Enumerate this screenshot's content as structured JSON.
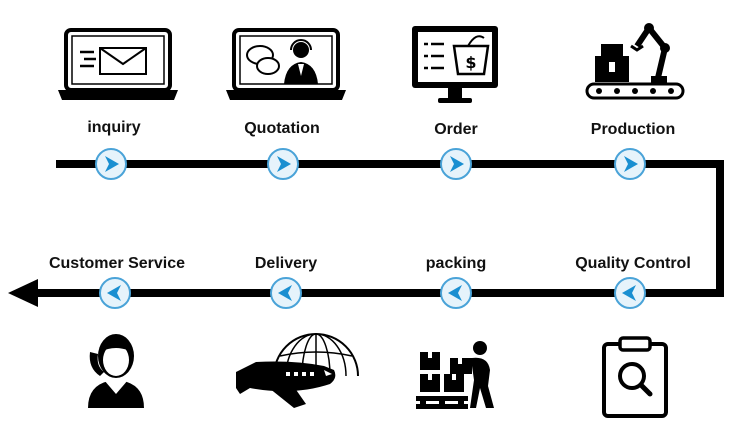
{
  "steps_top": [
    {
      "label": "inquiry",
      "icon": "laptop-mail-icon"
    },
    {
      "label": "Quotation",
      "icon": "laptop-support-icon"
    },
    {
      "label": "Order",
      "icon": "monitor-cart-icon"
    },
    {
      "label": "Production",
      "icon": "robot-factory-icon"
    }
  ],
  "steps_bottom": [
    {
      "label": "Customer Service",
      "icon": "customer-service-icon"
    },
    {
      "label": "Delivery",
      "icon": "airplane-globe-icon"
    },
    {
      "label": "packing",
      "icon": "worker-packing-icon"
    },
    {
      "label": "Quality Control",
      "icon": "clipboard-search-icon"
    }
  ],
  "colors": {
    "line": "#000000",
    "node_fill": "#e6f3fb",
    "node_stroke": "#4aa3d8",
    "chevron": "#1a8fd1"
  }
}
